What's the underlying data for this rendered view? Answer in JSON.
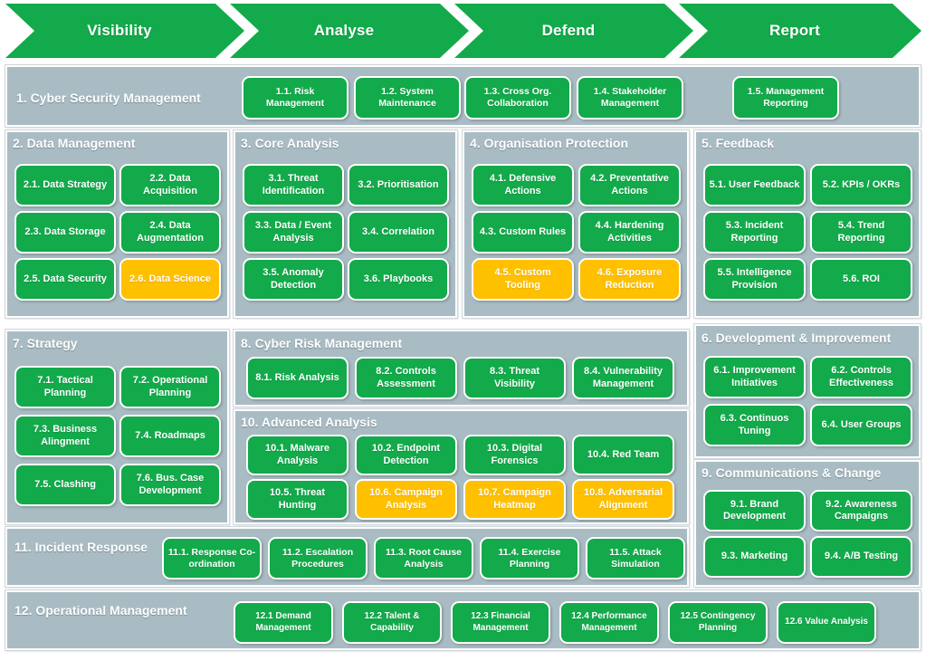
{
  "phases": [
    {
      "label": "Visibility"
    },
    {
      "label": "Analyse"
    },
    {
      "label": "Defend"
    },
    {
      "label": "Report"
    }
  ],
  "colors": {
    "green": "#12AA4A",
    "amber": "#FFC000",
    "panel_grey": "#A9BCC4",
    "white": "#FFFFFF"
  },
  "sections": {
    "s1": {
      "title": "1. Cyber Security Management",
      "tiles": [
        {
          "label": "1.1. Risk Management",
          "state": "green"
        },
        {
          "label": "1.2. System Maintenance",
          "state": "green"
        },
        {
          "label": "1.3. Cross Org. Collaboration",
          "state": "green"
        },
        {
          "label": "1.4. Stakeholder Management",
          "state": "green"
        },
        {
          "label": "1.5. Management Reporting",
          "state": "green"
        }
      ]
    },
    "s2": {
      "title": "2. Data Management",
      "tiles": [
        {
          "label": "2.1. Data Strategy",
          "state": "green"
        },
        {
          "label": "2.2. Data Acquisition",
          "state": "green"
        },
        {
          "label": "2.3. Data Storage",
          "state": "green"
        },
        {
          "label": "2.4. Data Augmentation",
          "state": "green"
        },
        {
          "label": "2.5. Data Security",
          "state": "green"
        },
        {
          "label": "2.6. Data Science",
          "state": "amber"
        }
      ]
    },
    "s3": {
      "title": "3. Core Analysis",
      "tiles": [
        {
          "label": "3.1. Threat Identification",
          "state": "green"
        },
        {
          "label": "3.2. Prioritisation",
          "state": "green"
        },
        {
          "label": "3.3. Data / Event Analysis",
          "state": "green"
        },
        {
          "label": "3.4. Correlation",
          "state": "green"
        },
        {
          "label": "3.5. Anomaly Detection",
          "state": "green"
        },
        {
          "label": "3.6. Playbooks",
          "state": "green"
        }
      ]
    },
    "s4": {
      "title": "4. Organisation Protection",
      "tiles": [
        {
          "label": "4.1. Defensive Actions",
          "state": "green"
        },
        {
          "label": "4.2. Preventative Actions",
          "state": "green"
        },
        {
          "label": "4.3. Custom Rules",
          "state": "green"
        },
        {
          "label": "4.4. Hardening Activities",
          "state": "green"
        },
        {
          "label": "4.5.  Custom Tooling",
          "state": "amber"
        },
        {
          "label": "4.6. Exposure Reduction",
          "state": "amber"
        }
      ]
    },
    "s5": {
      "title": "5. Feedback",
      "tiles": [
        {
          "label": "5.1. User Feedback",
          "state": "green"
        },
        {
          "label": "5.2. KPIs / OKRs",
          "state": "green"
        },
        {
          "label": "5.3. Incident Reporting",
          "state": "green"
        },
        {
          "label": "5.4. Trend Reporting",
          "state": "green"
        },
        {
          "label": "5.5. Intelligence Provision",
          "state": "green"
        },
        {
          "label": "5.6. ROI",
          "state": "green"
        }
      ]
    },
    "s7": {
      "title": "7. Strategy",
      "tiles": [
        {
          "label": "7.1. Tactical Planning",
          "state": "green"
        },
        {
          "label": "7.2. Operational Planning",
          "state": "green"
        },
        {
          "label": "7.3. Business Alingment",
          "state": "green"
        },
        {
          "label": "7.4. Roadmaps",
          "state": "green"
        },
        {
          "label": "7.5. Clashing",
          "state": "green"
        },
        {
          "label": "7.6. Bus. Case Development",
          "state": "green"
        }
      ]
    },
    "s8": {
      "title": "8. Cyber Risk Management",
      "tiles": [
        {
          "label": "8.1. Risk Analysis",
          "state": "green"
        },
        {
          "label": "8.2. Controls Assessment",
          "state": "green"
        },
        {
          "label": "8.3. Threat Visibility",
          "state": "green"
        },
        {
          "label": "8.4. Vulnerability Management",
          "state": "green"
        }
      ]
    },
    "s10": {
      "title": "10. Advanced Analysis",
      "tiles": [
        {
          "label": "10.1. Malware Analysis",
          "state": "green"
        },
        {
          "label": "10.2. Endpoint Detection",
          "state": "green"
        },
        {
          "label": "10.3. Digital Forensics",
          "state": "green"
        },
        {
          "label": "10.4. Red Team",
          "state": "green"
        },
        {
          "label": "10.5. Threat Hunting",
          "state": "green"
        },
        {
          "label": "10.6. Campaign Analysis",
          "state": "amber"
        },
        {
          "label": "10.7. Campaign Heatmap",
          "state": "amber"
        },
        {
          "label": "10.8. Adversarial Alignment",
          "state": "amber"
        }
      ]
    },
    "s6": {
      "title": "6. Development & Improvement",
      "tiles": [
        {
          "label": "6.1. Improvement Initiatives",
          "state": "green"
        },
        {
          "label": "6.2. Controls Effectiveness",
          "state": "green"
        },
        {
          "label": "6.3. Continuos Tuning",
          "state": "green"
        },
        {
          "label": "6.4. User Groups",
          "state": "green"
        }
      ]
    },
    "s9": {
      "title": "9. Communications & Change",
      "tiles": [
        {
          "label": "9.1. Brand Development",
          "state": "green"
        },
        {
          "label": "9.2. Awareness Campaigns",
          "state": "green"
        },
        {
          "label": "9.3. Marketing",
          "state": "green"
        },
        {
          "label": "9.4. A/B Testing",
          "state": "green"
        }
      ]
    },
    "s11": {
      "title": "11. Incident Response",
      "tiles": [
        {
          "label": "11.1. Response Co-ordination",
          "state": "green"
        },
        {
          "label": "11.2. Escalation Procedures",
          "state": "green"
        },
        {
          "label": "11.3. Root Cause Analysis",
          "state": "green"
        },
        {
          "label": "11.4. Exercise Planning",
          "state": "green"
        },
        {
          "label": "11.5. Attack Simulation",
          "state": "green"
        }
      ]
    },
    "s12": {
      "title": "12. Operational Management",
      "tiles": [
        {
          "label": "12.1 Demand Management",
          "state": "green"
        },
        {
          "label": "12.2 Talent & Capability",
          "state": "green"
        },
        {
          "label": "12.3 Financial Management",
          "state": "green"
        },
        {
          "label": "12.4 Performance Management",
          "state": "green"
        },
        {
          "label": "12.5 Contingency Planning",
          "state": "green"
        },
        {
          "label": "12.6 Value Analysis",
          "state": "green"
        }
      ]
    }
  }
}
